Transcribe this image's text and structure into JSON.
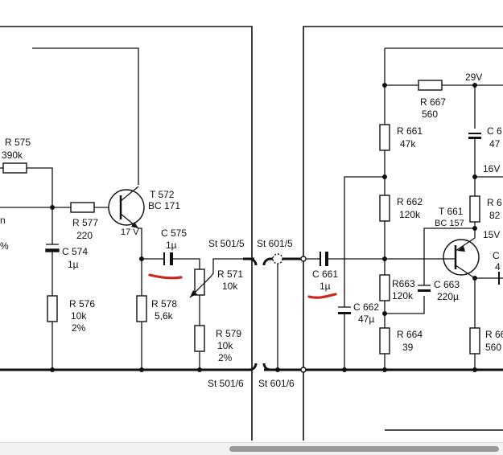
{
  "labels": {
    "r575": "R 575",
    "r575_val": "390k",
    "t572": "T 572",
    "t572_type": "BC 171",
    "t572_v": "17 V",
    "r577": "R 577",
    "r577_val": "220",
    "c574": "C 574",
    "c574_val": "1µ",
    "r576": "R 576",
    "r576_val": "10k",
    "r576_tol": "2%",
    "c575": "C 575",
    "c575_val": "1µ",
    "r578": "R 578",
    "r578_val": "5,6k",
    "r571": "R 571",
    "r571_val": "10k",
    "r579": "R 579",
    "r579_val": "10k",
    "r579_tol": "2%",
    "st501_5": "St 501/5",
    "st601_5": "St 601/5",
    "st501_6": "St 501/6",
    "st601_6": "St 601/6",
    "c661": "C 661",
    "c661_val": "1µ",
    "c662": "C 662",
    "c662_val": "47µ",
    "r661": "R 661",
    "r661_val": "47k",
    "r662": "R 662",
    "r662_val": "120k",
    "r663": "R663",
    "r663_val": "120k",
    "c663": "C 663",
    "c663_val": "220µ",
    "r664": "R 664",
    "r664_val": "39",
    "t661": "T 661",
    "t661_type": "BC 157",
    "r667": "R 667",
    "r667_val": "560",
    "v29": "29V",
    "v16": "16V",
    "v15": "15V",
    "cut_c66x": "C 6",
    "cut_47": "47",
    "cut_r6": "R 6",
    "cut_82": "82",
    "cut_c": "C",
    "cut_4": "4",
    "cut_r66": "R 66",
    "cut_560": "560",
    "cut_left1": "n",
    "cut_left2": "%"
  },
  "colors": {
    "ink": "#111111",
    "marker": "#c8281e",
    "paper": "#ffffff"
  },
  "scrollbar": {
    "position": 0.46
  }
}
